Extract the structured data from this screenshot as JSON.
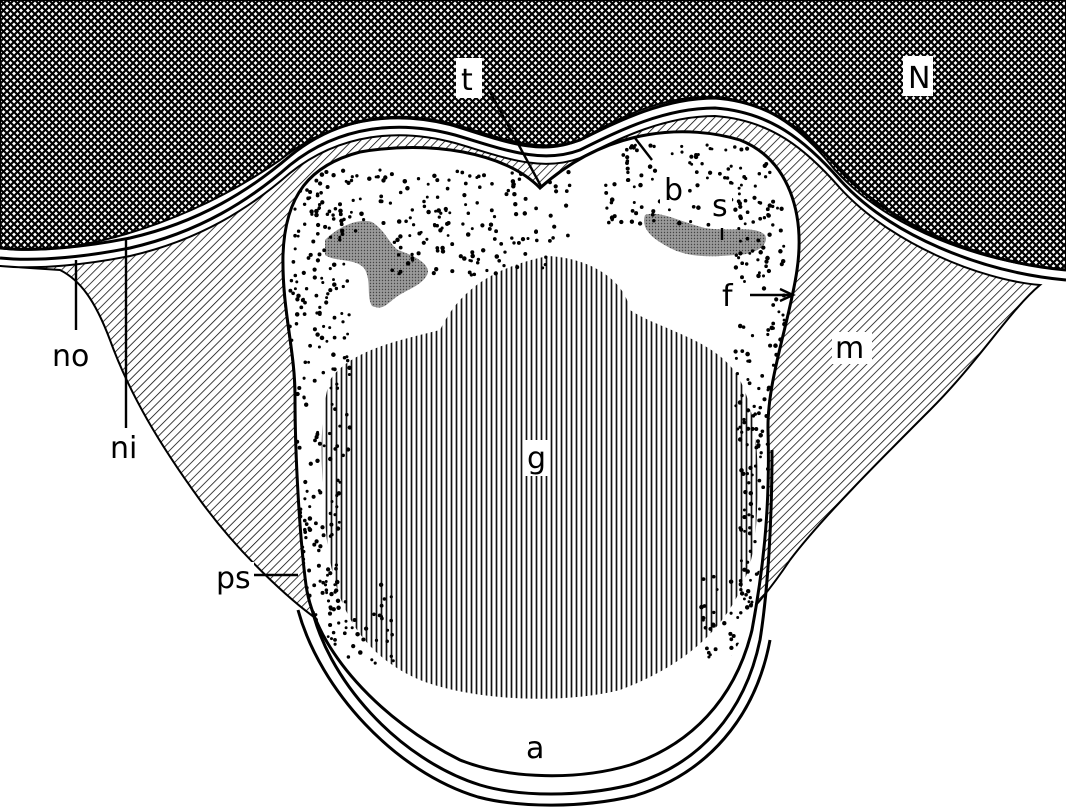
{
  "labels": {
    "N": "N",
    "t": "t",
    "b": "b",
    "s": "s",
    "f": "f",
    "m": "m",
    "no": "no",
    "ni": "ni",
    "g": "g",
    "ps": "ps",
    "a": "a"
  }
}
